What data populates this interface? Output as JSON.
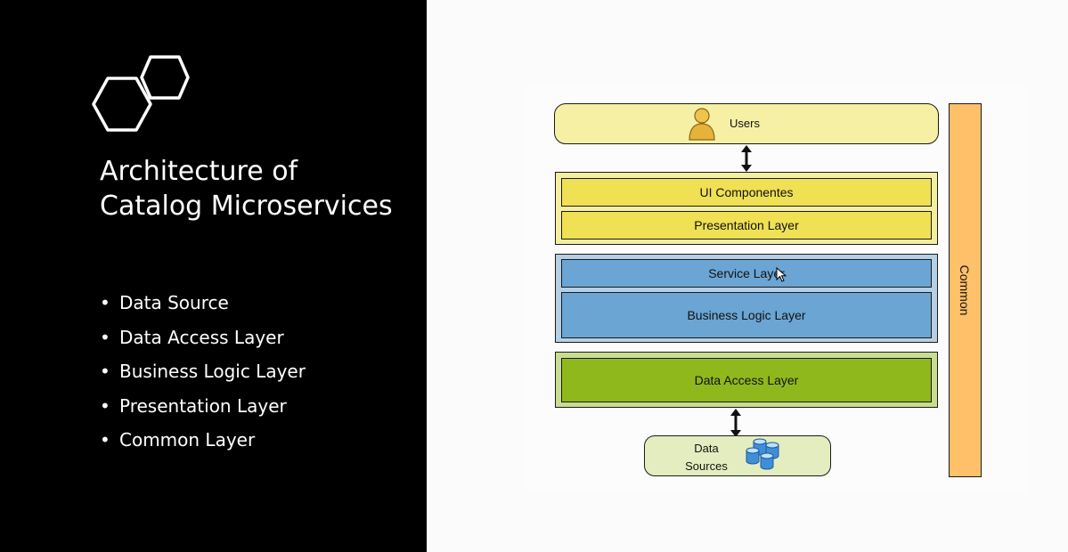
{
  "slide": {
    "title_line1": "Architecture of",
    "title_line2": "Catalog Microservices",
    "bullets": [
      "Data Source",
      "Data Access Layer",
      "Business Logic Layer",
      "Presentation Layer",
      "Common Layer"
    ]
  },
  "diagram": {
    "users": "Users",
    "ui_components": "UI Componentes",
    "presentation_layer": "Presentation Layer",
    "service_layer": "Service Layer",
    "business_logic_layer": "Business Logic Layer",
    "data_access_layer": "Data Access Layer",
    "data_sources_line1": "Data",
    "data_sources_line2": "Sources",
    "common": "Common"
  },
  "icons": {
    "logo": "hexagons-icon",
    "users": "user-icon",
    "data_sources": "database-icon",
    "cursor": "mouse-cursor-icon"
  },
  "colors": {
    "slide_background": "#000000",
    "users_fill": "#f5f0a4",
    "presentation_fill": "#efe054",
    "service_fill": "#6aa5d4",
    "data_access_fill": "#8fb81c",
    "data_sources_fill": "#e3edc0",
    "common_fill": "#ffc06a"
  }
}
